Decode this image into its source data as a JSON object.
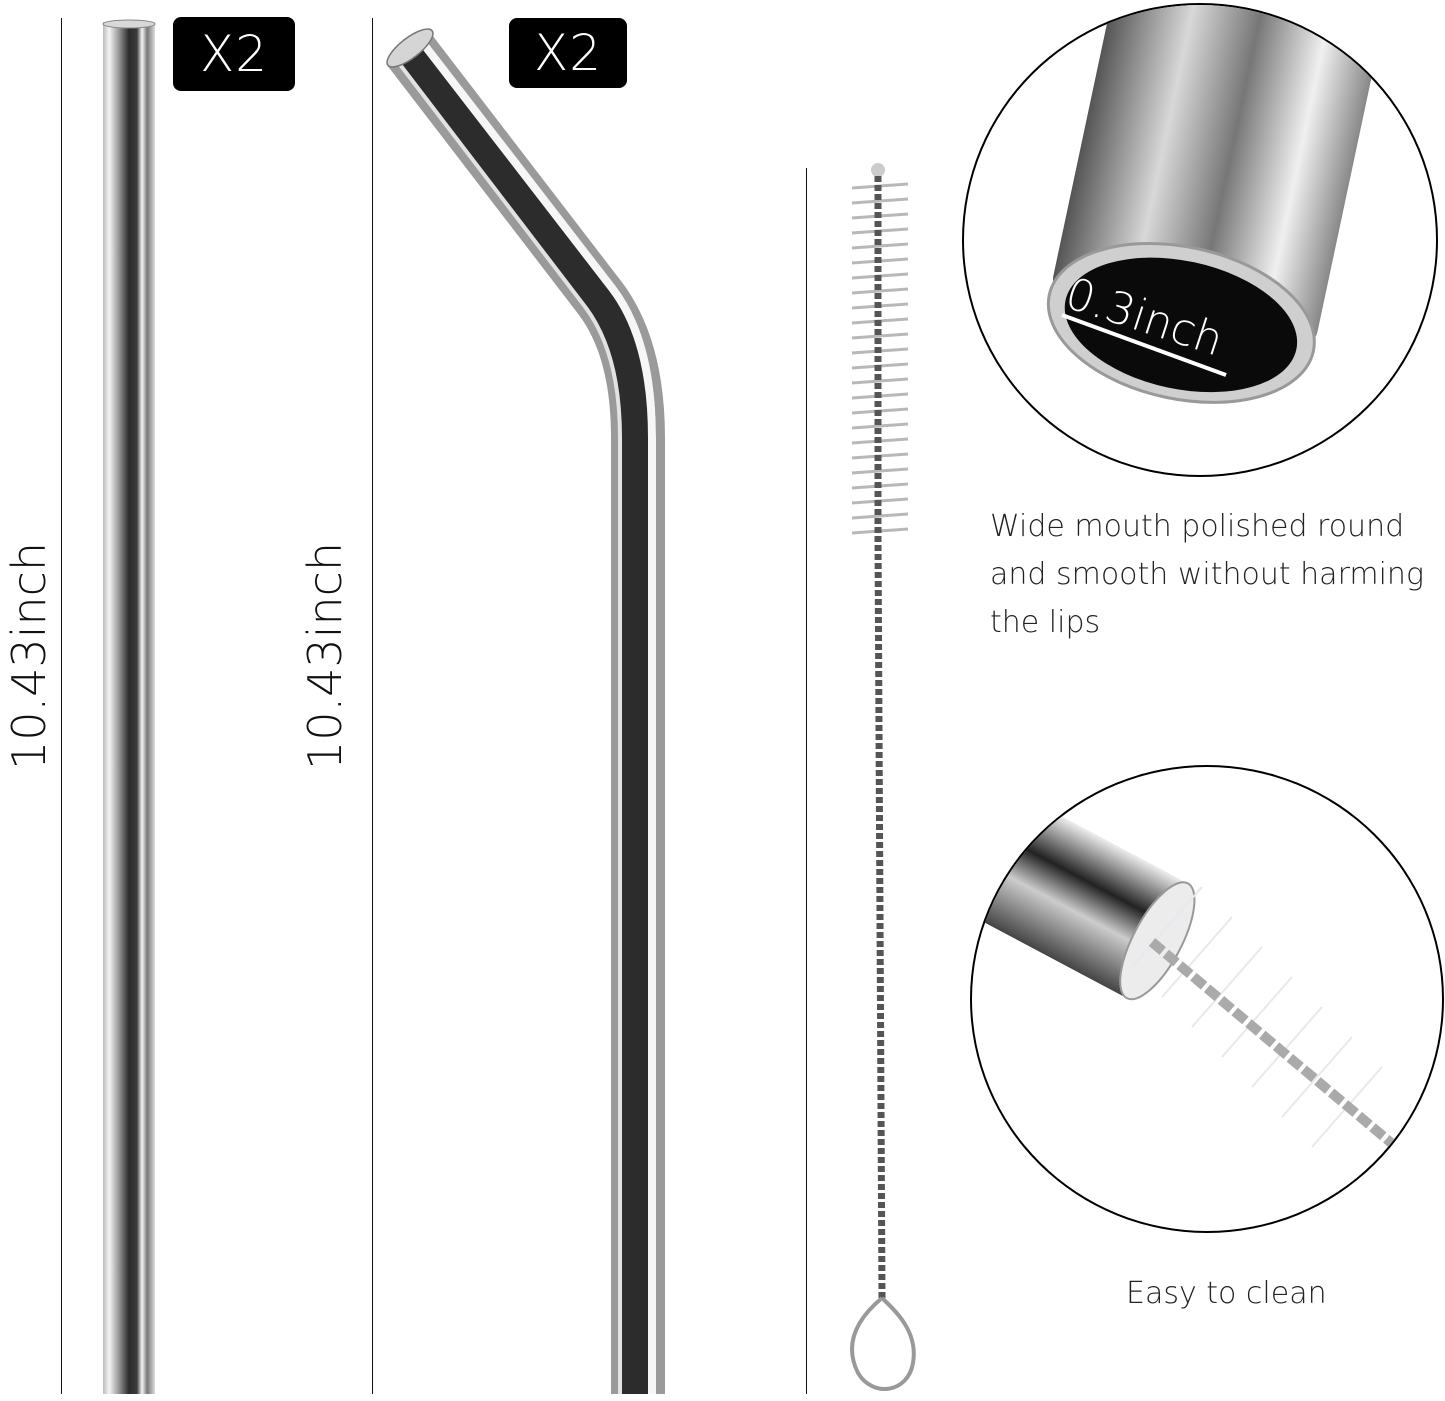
{
  "product": {
    "straight_straw": {
      "quantity_badge": "X2",
      "length_label": "10.43inch"
    },
    "bent_straw": {
      "quantity_badge": "X2",
      "length_label": "10.43inch"
    },
    "cleaning_brush": {}
  },
  "callouts": {
    "mouth_detail": {
      "diameter_label": "0.3inch",
      "caption": "Wide mouth polished round and smooth without harming the lips"
    },
    "clean_detail": {
      "caption": "Easy to clean"
    }
  },
  "colors": {
    "badge_bg": "#000000",
    "badge_text": "#ffffff",
    "steel_dark": "#2a2a2a",
    "steel_light": "#e8e8e8",
    "text": "#222222"
  }
}
